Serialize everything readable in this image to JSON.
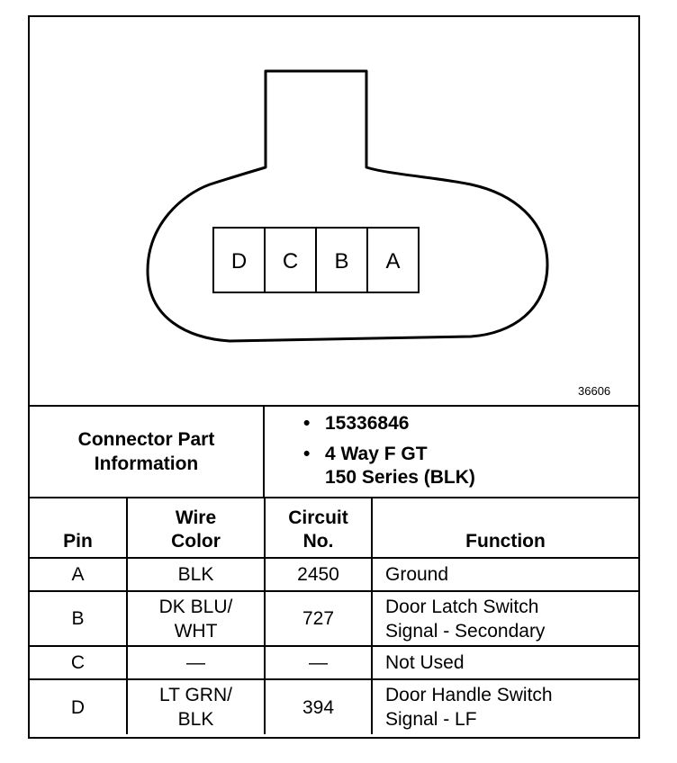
{
  "figure_id": "36606",
  "connector": {
    "pins": [
      "D",
      "C",
      "B",
      "A"
    ]
  },
  "connector_info": {
    "label_lines": [
      "Connector Part",
      "Information"
    ],
    "items": [
      {
        "lines": [
          "15336846"
        ]
      },
      {
        "lines": [
          "4 Way F GT",
          "150 Series (BLK)"
        ]
      }
    ],
    "bullet": "•"
  },
  "table": {
    "headers": {
      "pin": [
        "Pin"
      ],
      "wire_color": [
        "Wire",
        "Color"
      ],
      "circuit": [
        "Circuit",
        "No."
      ],
      "function": [
        "Function"
      ]
    },
    "rows": [
      {
        "pin": "A",
        "wire_color": [
          "BLK"
        ],
        "circuit": "2450",
        "function": [
          "Ground"
        ]
      },
      {
        "pin": "B",
        "wire_color": [
          "DK BLU/",
          "WHT"
        ],
        "circuit": "727",
        "function": [
          "Door Latch Switch",
          "Signal - Secondary"
        ]
      },
      {
        "pin": "C",
        "wire_color": [
          "—"
        ],
        "circuit": "—",
        "function": [
          "Not Used"
        ]
      },
      {
        "pin": "D",
        "wire_color": [
          "LT GRN/",
          "BLK"
        ],
        "circuit": "394",
        "function": [
          "Door Handle Switch",
          "Signal - LF"
        ]
      }
    ]
  }
}
